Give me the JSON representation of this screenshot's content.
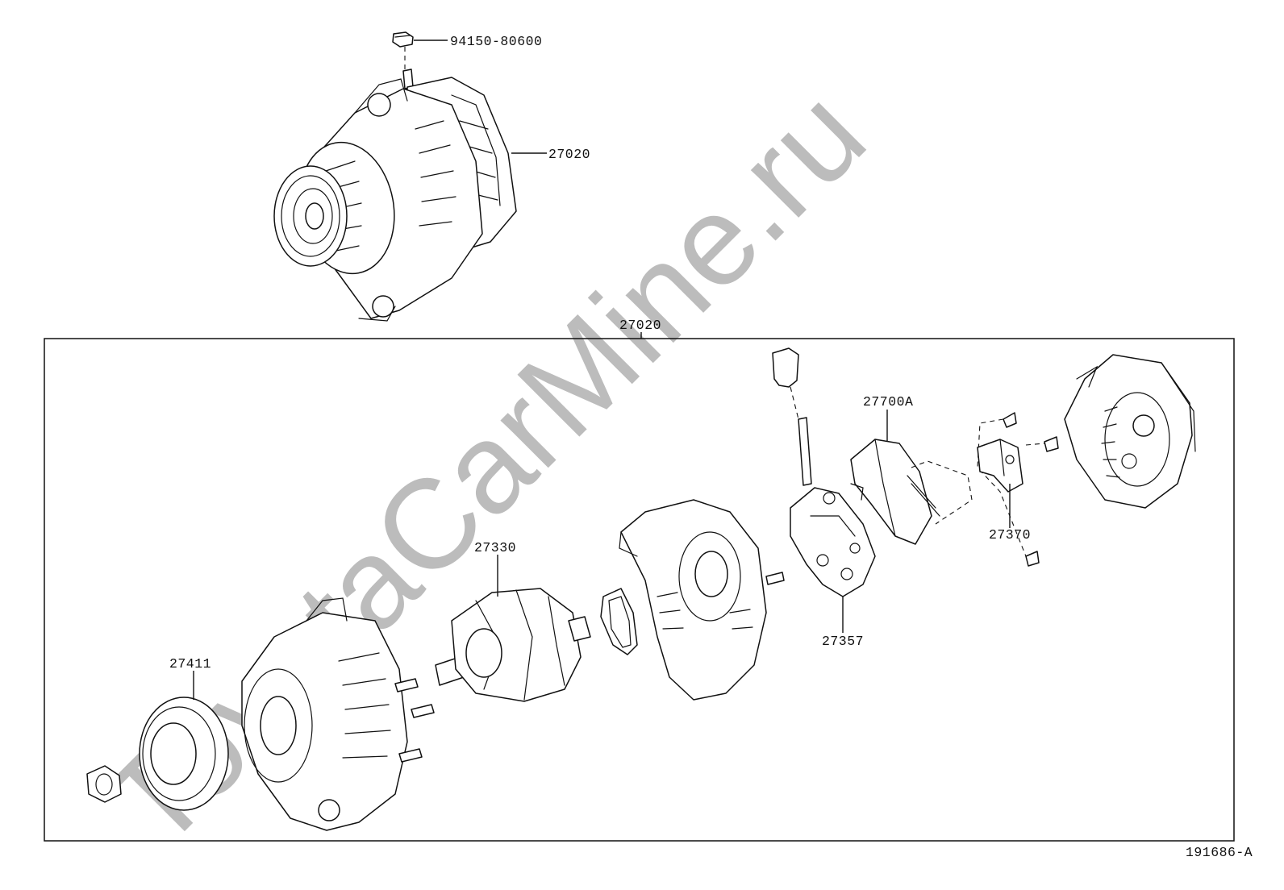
{
  "watermark": "ToyotaCarMine.ru",
  "diagram_code": "191686-A",
  "callouts": {
    "bolt_top": "94150-80600",
    "alternator_assy": "27020",
    "frame_assy": "27020",
    "regulator": "27700A",
    "brush_holder": "27370",
    "rotor": "27330",
    "rectifier": "27357",
    "pulley": "27411"
  }
}
